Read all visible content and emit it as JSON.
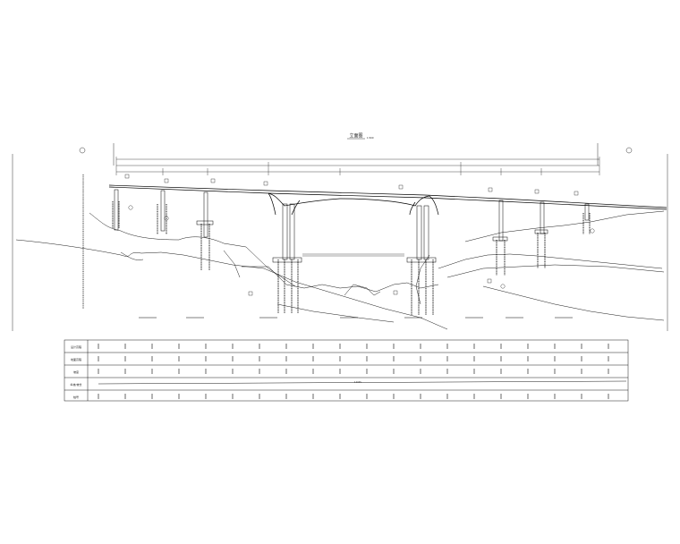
{
  "drawing": {
    "title": "立面图",
    "scale": "1:500",
    "pier_count": 10
  },
  "table": {
    "rows": [
      {
        "label": "设计高程"
      },
      {
        "label": "地面高程"
      },
      {
        "label": "坡度"
      },
      {
        "label": "纵坡/坡长"
      },
      {
        "label": "桩号"
      }
    ],
    "slope_text": "2.200%"
  },
  "colors": {
    "line": "#000000",
    "background": "#ffffff"
  }
}
